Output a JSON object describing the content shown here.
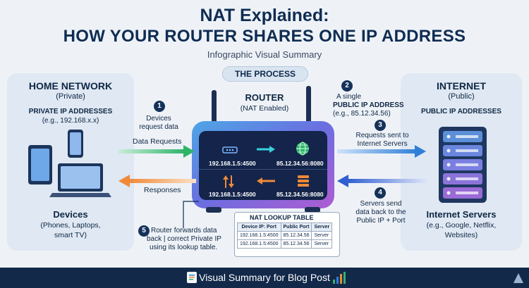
{
  "header": {
    "title_line1": "NAT Explained:",
    "title_line2": "HOW YOUR ROUTER SHARES ONE IP ADDRESS",
    "subtitle": "Infographic Visual Summary",
    "process_label": "THE PROCESS"
  },
  "home": {
    "title": "HOME NETWORK",
    "subtitle": "(Private)",
    "ip_heading": "PRIVATE IP ADDRESSES",
    "ip_example": "(e.g., 192.168.x.x)",
    "devices_title": "Devices",
    "devices_desc1": "(Phones, Laptops,",
    "devices_desc2": "smart TV)"
  },
  "internet": {
    "title": "INTERNET",
    "subtitle": "(Public)",
    "ip_heading": "PUBLIC IP ADDRESSES",
    "servers_title": "Internet Servers",
    "servers_desc1": "(e.g., Google, Netflix,",
    "servers_desc2": "Websites)"
  },
  "router": {
    "title": "ROUTER",
    "subtitle": "(NAT Enabled)",
    "private_ip_out": "192.168.1.5:4500",
    "public_ip_out": "85.12.34.56:8080",
    "private_ip_in": "192.168.1.5:4500",
    "public_ip_in": "85.12.34.56:8080"
  },
  "steps": {
    "s1_num": "1",
    "s1_line1": "Devices",
    "s1_line2": "request data",
    "s2_num": "2",
    "s2_line1": "A single",
    "s2_line2": "PUBLIC IP ADDRESS",
    "s2_line3": "(e.g., 85.12.34.56)",
    "s3_num": "3",
    "s3_line1": "Requests sent to",
    "s3_line2": "Internet Servers",
    "s4_num": "4",
    "s4_line1": "Servers send",
    "s4_line2": "data back to the",
    "s4_line3": "Public IP + Port",
    "s5_num": "5",
    "s5_line1": "Router forwards data",
    "s5_line2": "back | correct Private IP",
    "s5_line3": "using its lookup table."
  },
  "arrows": {
    "data_requests": "Data Requests",
    "responses": "Responses"
  },
  "nat_table": {
    "title": "NAT LOOKUP TABLE",
    "headers": [
      "Device IP: Port",
      "Public Port",
      "Server"
    ],
    "rows": [
      [
        "192.168.1.5:4500",
        "85.12.34.56",
        "Server"
      ],
      [
        "192.168.1.5:4500",
        "85.12.34.56",
        "Server"
      ]
    ]
  },
  "footer": {
    "label": "Visual Summary for Blog Post"
  },
  "colors": {
    "navy": "#0f2c52",
    "green_arrow": "#3bb273",
    "blue_arrow": "#2f7fd8",
    "orange_arrow": "#e8893a"
  }
}
